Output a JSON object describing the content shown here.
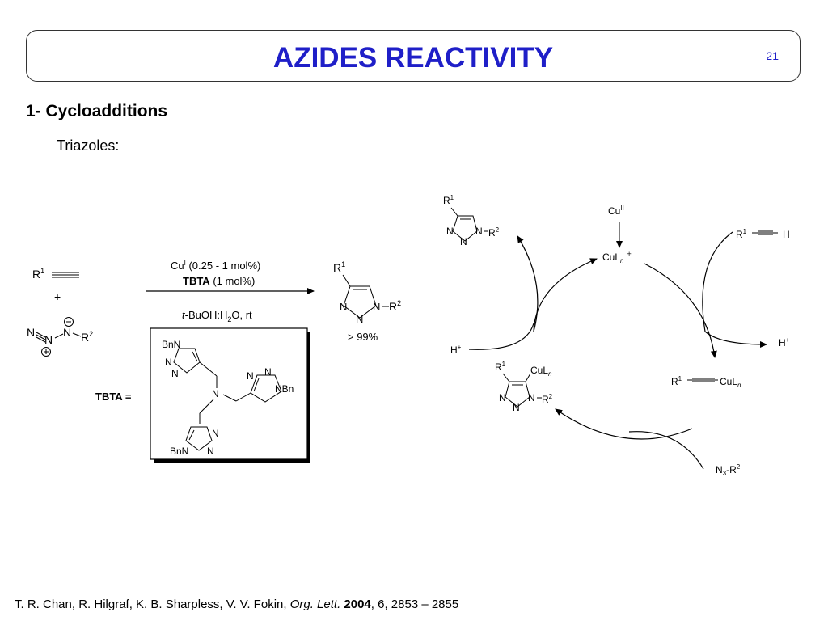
{
  "slide": {
    "title": "AZIDES REACTIVITY",
    "number": "21",
    "section": "1- Cycloadditions",
    "subsection": "Triazoles:"
  },
  "scheme": {
    "alkyne": "R",
    "alkyne_sup": "1",
    "plus": "+",
    "azide_r": "R",
    "azide_r_sup": "2",
    "condition_cu": "Cu",
    "condition_cu_sup": "I",
    "condition_cu_amount": " (0.25 - 1 mol%)",
    "condition_ligand": "TBTA",
    "condition_ligand_amount": " (1 mol%)",
    "solvent_t": "t",
    "solvent_rest": "-BuOH:H",
    "solvent_sub": "2",
    "solvent_tail": "O, rt",
    "product_r1": "R",
    "product_r1_sup": "1",
    "product_r2": "R",
    "product_r2_sup": "2",
    "yield": "> 99%",
    "tbta_label": "TBTA ="
  },
  "tbta": {
    "bnn_top": "BnN",
    "bnn_bottom": "BnN",
    "nbn_right": "NBn",
    "central_n": "N"
  },
  "cycle": {
    "product": {
      "r1": "R",
      "r1_sup": "1",
      "r2": "R",
      "r2_sup": "2"
    },
    "cu_source": "Cu",
    "cu_source_sup": "II",
    "catalyst": "CuL",
    "catalyst_sub": "n",
    "catalyst_charge": "+",
    "alkyne_in": {
      "r": "R",
      "r_sup": "1",
      "h": "H"
    },
    "proton_out": "H",
    "proton_charge": "+",
    "acetylide": {
      "r": "R",
      "r_sup": "1",
      "cu": "CuL",
      "cu_sub": "n"
    },
    "azide_in": {
      "n": "N",
      "n_sub": "3",
      "r": "-R",
      "r_sup": "2"
    },
    "intermediate": {
      "r1": "R",
      "r1_sup": "1",
      "cu": "CuL",
      "cu_sub": "n",
      "r2": "R",
      "r2_sup": "2"
    },
    "proton_in": "H",
    "proton_in_charge": "+"
  },
  "citation": {
    "authors": "T. R. Chan, R. Hilgraf, K. B. Sharpless, V. V. Fokin, ",
    "journal": "Org. Lett.",
    "year": "2004",
    "pages": ", 6, 2853 – 2855"
  }
}
